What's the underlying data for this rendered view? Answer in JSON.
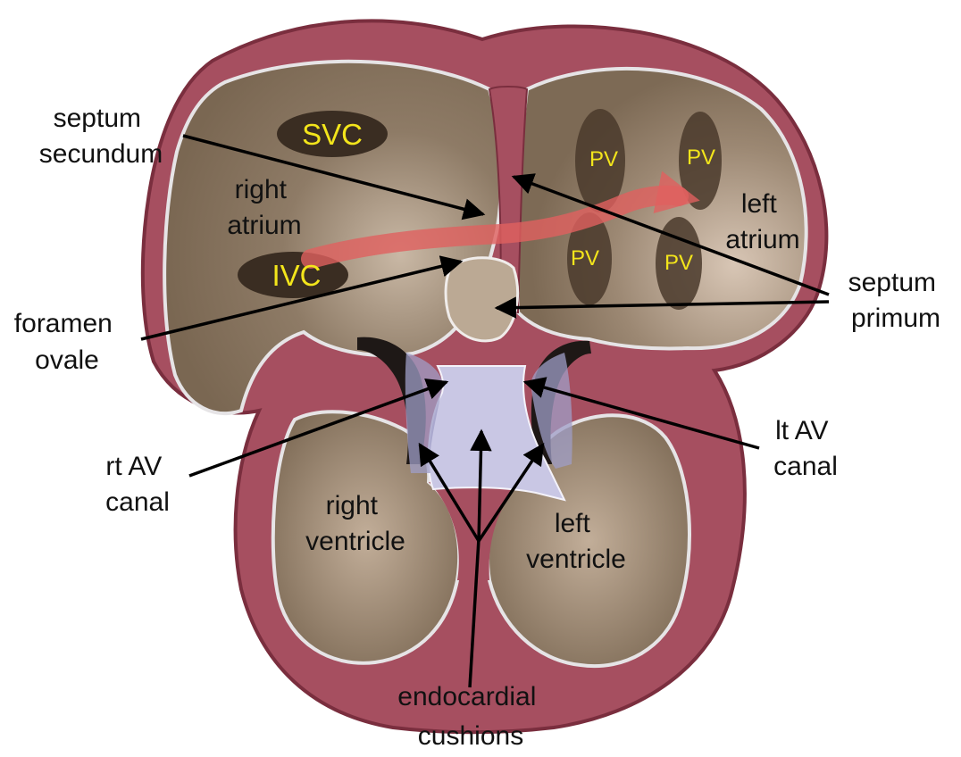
{
  "colors": {
    "wall": "#a64f60",
    "wall_edge": "#7a2e3e",
    "chamber": "#7d6a55",
    "chamber_light": "#b8a590",
    "cushion": "#c9c7e4",
    "vessel": "#3a2d22",
    "lining": "#e6e4e6",
    "flow_arrow": "#e0605f",
    "label_yellow": "#f3e51b",
    "pointer": "#000000"
  },
  "labels": {
    "septum_secundum": [
      "septum",
      "secundum"
    ],
    "right_atrium": [
      "right",
      "atrium"
    ],
    "left_atrium": [
      "left",
      "atrium"
    ],
    "foramen_ovale": [
      "foramen",
      "ovale"
    ],
    "septum_primum": [
      "septum",
      "primum"
    ],
    "rt_av_canal": [
      "rt AV",
      "canal"
    ],
    "lt_av_canal": [
      "lt AV",
      "canal"
    ],
    "right_ventricle": [
      "right",
      "ventricle"
    ],
    "left_ventricle": [
      "left",
      "ventricle"
    ],
    "endocardial_cushions": [
      "endocardial",
      "cushions"
    ]
  },
  "vessels": {
    "svc": "SVC",
    "ivc": "IVC",
    "pv": [
      "PV",
      "PV",
      "PV",
      "PV"
    ]
  }
}
